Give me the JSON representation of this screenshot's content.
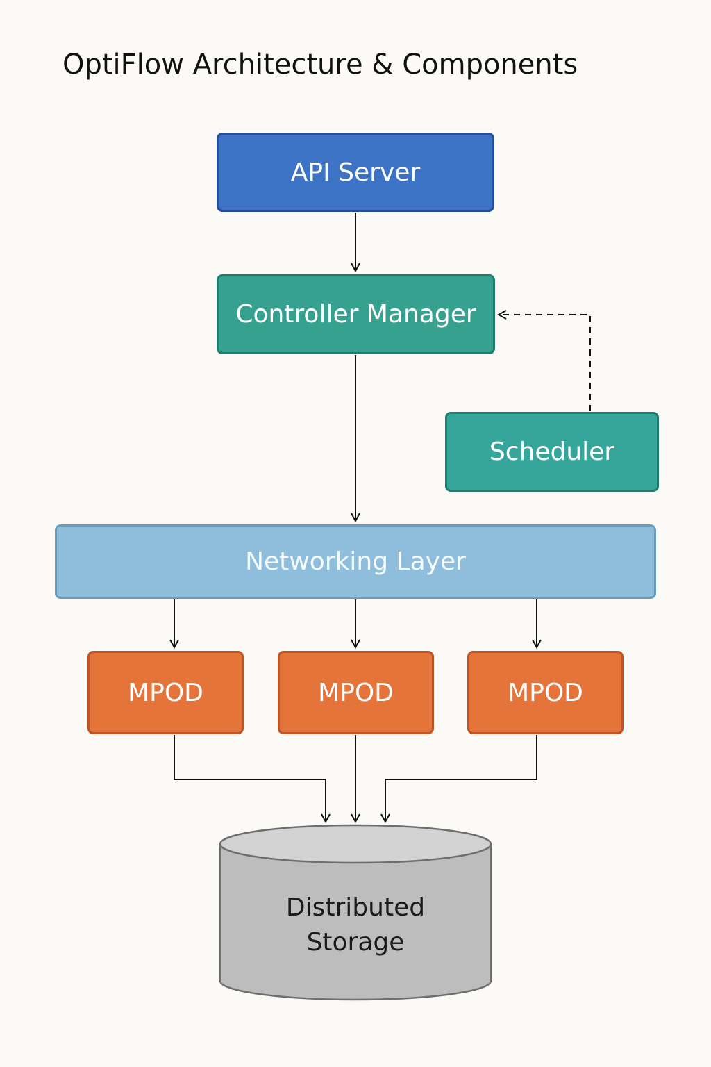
{
  "title": "OptiFlow Architecture & Components",
  "nodes": {
    "api_server": "API Server",
    "controller_manager": "Controller Manager",
    "scheduler": "Scheduler",
    "networking_layer": "Networking Layer",
    "mpods": [
      "MPOD",
      "MPOD",
      "MPOD"
    ],
    "storage": [
      "Distributed",
      "Storage"
    ]
  },
  "colors": {
    "api_server": "#3c73c4",
    "controller": "#37a190",
    "scheduler": "#37a69a",
    "networking": "#8fbedc",
    "mpod": "#e5743a",
    "storage": "#c0c0c0"
  }
}
